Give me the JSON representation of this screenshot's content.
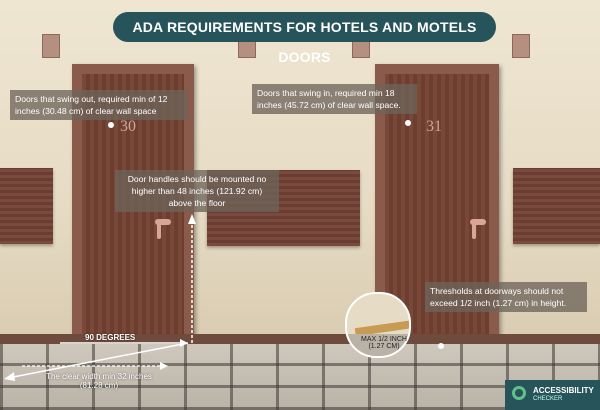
{
  "title": "ADA REQUIREMENTS FOR HOTELS AND MOTELS DOORS",
  "doors": {
    "left_number": "30",
    "right_number": "31"
  },
  "notes": {
    "swing_out": "Doors that swing out, required min of 12 inches (30.48 cm) of clear wall space",
    "swing_in": "Doors that swing in, required min 18 inches (45.72 cm) of clear wall space.",
    "handles": "Door handles should be mounted no higher than 48 inches (121.92 cm) above the floor",
    "thresholds": "Thresholds at doorways should not exceed 1/2 inch (1.27 cm) in height."
  },
  "labels": {
    "degrees": "90 DEGREES",
    "clear_width": "The clear width min 32 inches (81.28 cm)",
    "threshold_max_1": "MAX 1/2 INCH",
    "threshold_max_2": "(1.27 CM)"
  },
  "logo": {
    "line1": "ACCESSIBILITY",
    "line2": "CHECKER"
  },
  "colors": {
    "title_bg": "#26545a",
    "door_wood": "#7a4838",
    "logo_accent": "#62c08a"
  }
}
